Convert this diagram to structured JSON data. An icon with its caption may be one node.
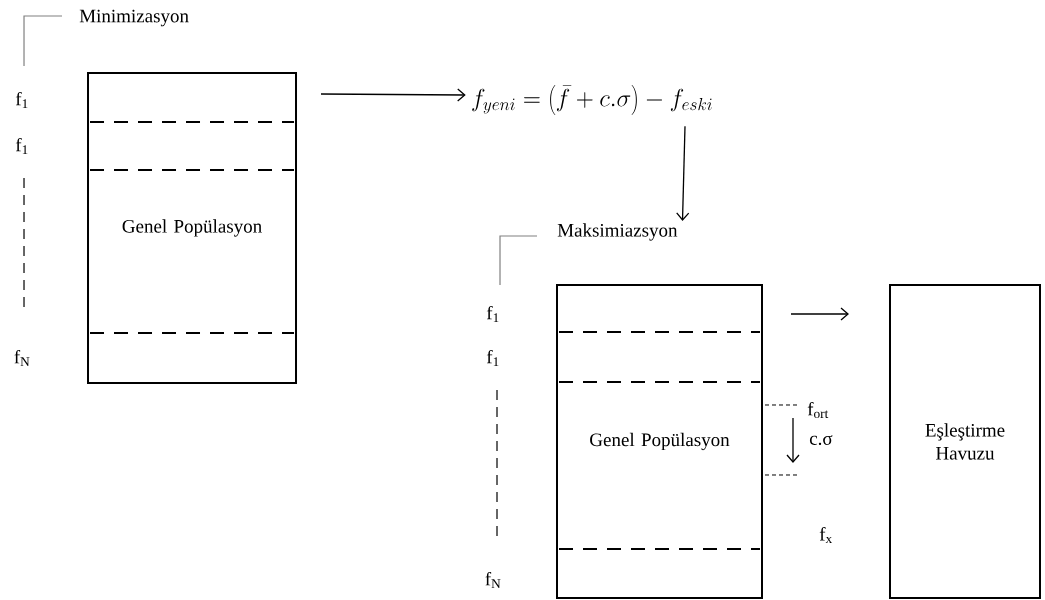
{
  "diagram": {
    "nodes": [
      {
        "text": [
          "Minimizasyon",
          "Genel Popülasyon"
        ]
      },
      {
        "text": [
          "f_{yeni} = \\left(\\bar{f} + c.\\sigma\\right) - f_{eski}"
        ]
      },
      {
        "text": [
          "Maksimiazsyon",
          "Genel Popülasyon"
        ]
      },
      {
        "text": [
          "Eşleştirme Havuzu"
        ]
      }
    ],
    "edges": [
      {
        "from": 0,
        "to": 1,
        "arrow": "to"
      },
      {
        "from": 1,
        "to": 2,
        "arrow": "to"
      },
      {
        "from": 2,
        "to": 3,
        "arrow": "to"
      }
    ],
    "labels": [
      "f$_{1}$",
      "f$_{1}$",
      "f$_{N}$",
      "f$_{1}$",
      "f$_{1}$",
      "f$_{N}$",
      "f$_{ort}$",
      "c.σ",
      "f$_{x}$"
    ]
  }
}
